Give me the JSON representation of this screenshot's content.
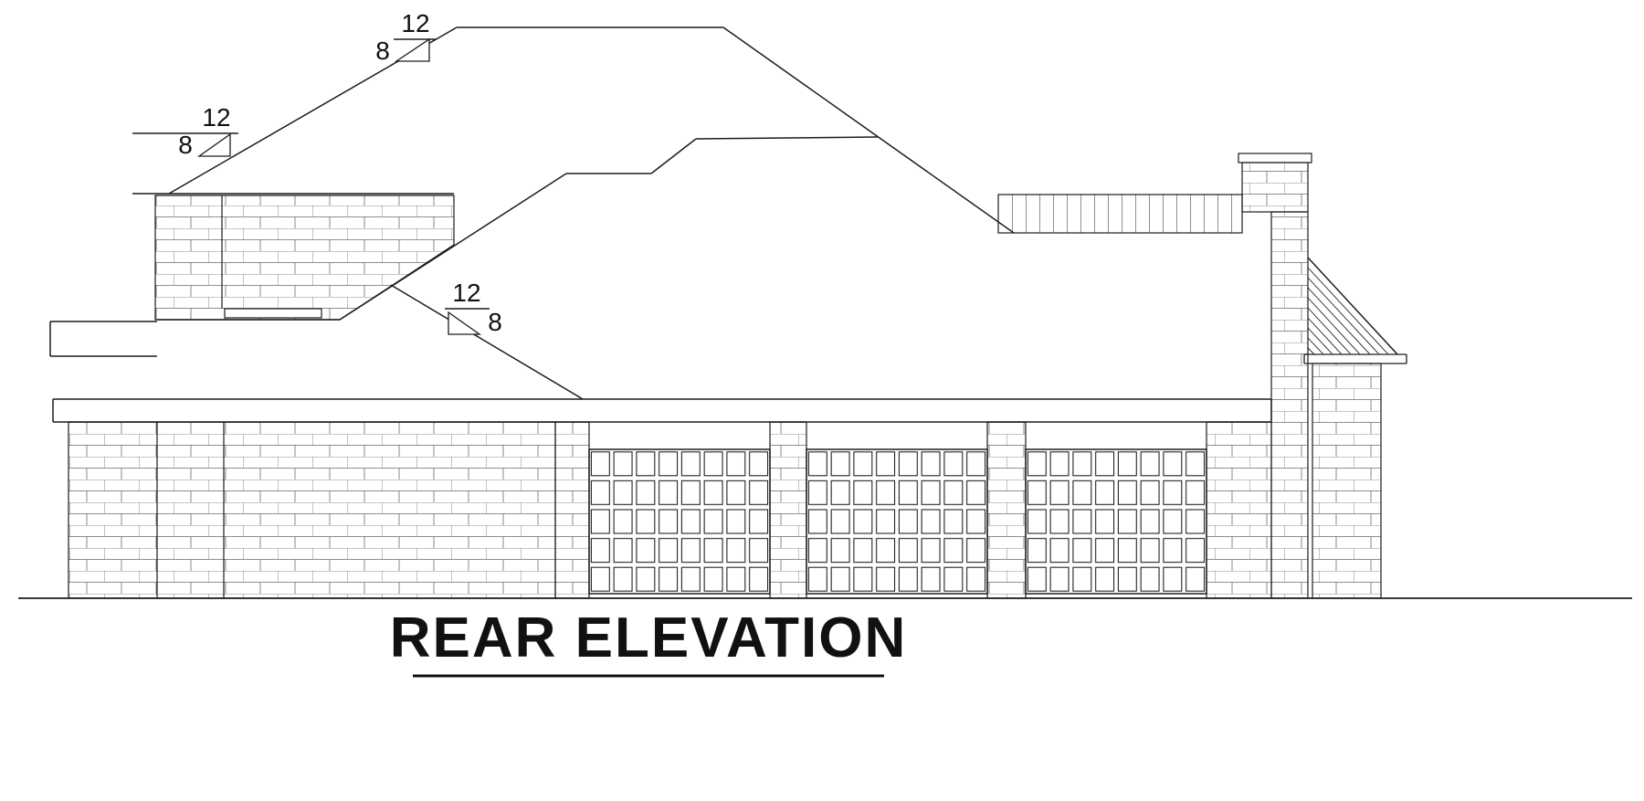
{
  "drawing": {
    "title": "REAR ELEVATION",
    "pitch_markers": {
      "upper": {
        "rise": "12",
        "run": "8"
      },
      "left": {
        "rise": "12",
        "run": "8"
      },
      "middle": {
        "rise": "12",
        "run": "8"
      }
    },
    "colors": {
      "background": "#ffffff",
      "line": "#1c1c1c",
      "brick_line": "#6b6b6b"
    }
  }
}
